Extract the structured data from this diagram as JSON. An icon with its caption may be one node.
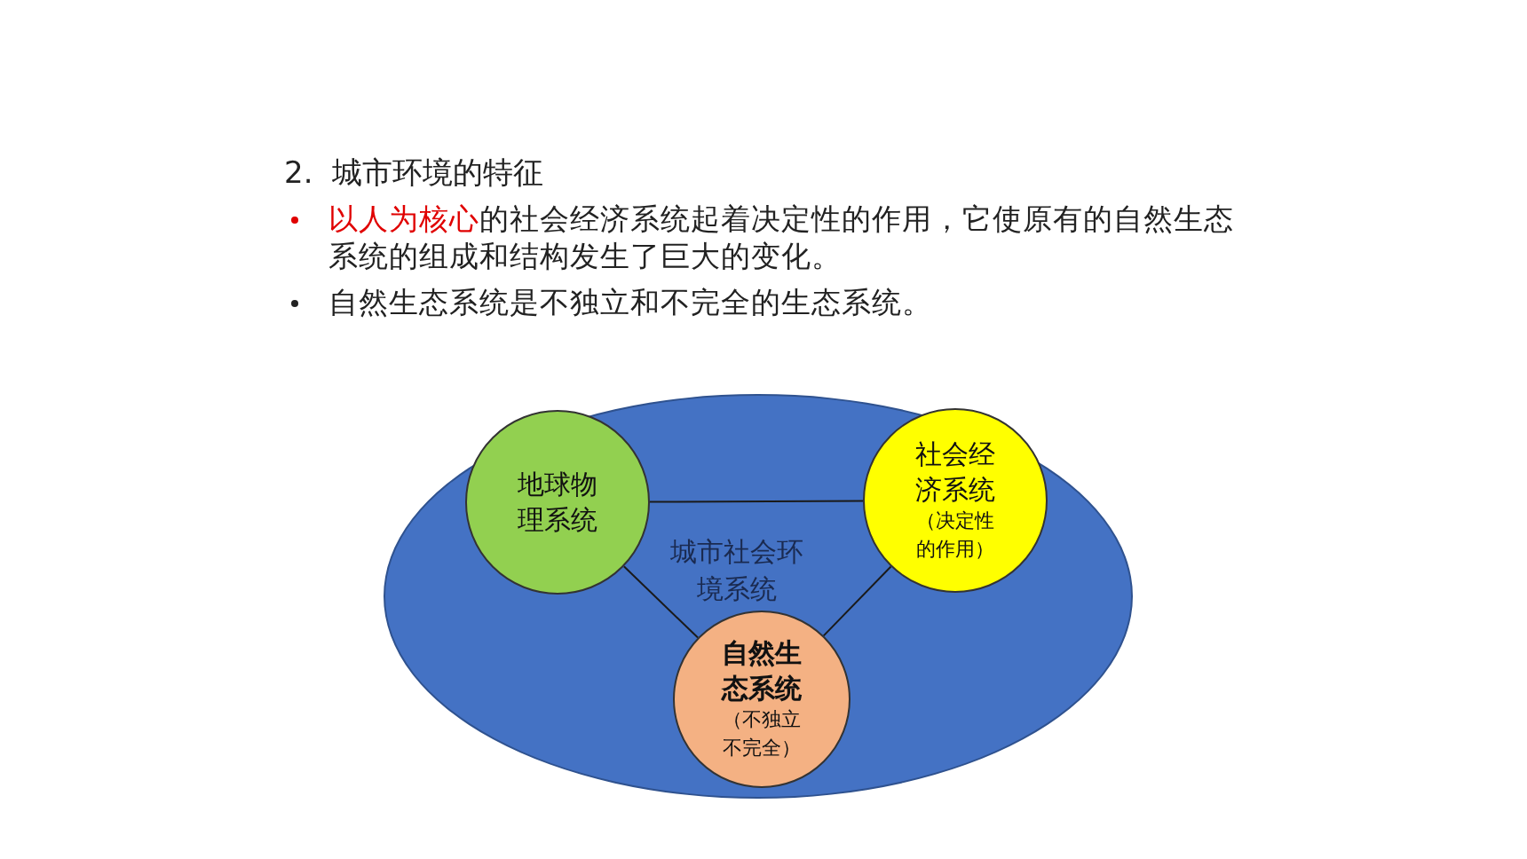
{
  "diagram": {
    "title": "2.  城市环境的特征",
    "nodes": [
      {
        "text": [
          "城市社会环境系统"
        ]
      },
      {
        "text": [
          "地球物理系统"
        ],
        "in": 0
      },
      {
        "text": [
          "社会经济系统",
          "（决定性的作用）"
        ],
        "in": 0
      },
      {
        "text": [
          "自然生态系统",
          "（不独立不完全）"
        ],
        "in": 0
      }
    ],
    "edges": [
      {
        "from": 1,
        "to": 2,
        "arrow": "none"
      },
      {
        "from": 1,
        "to": 3,
        "arrow": "none"
      },
      {
        "from": 2,
        "to": 3,
        "arrow": "none"
      }
    ],
    "labels": [
      "**以人为核心**的社会经济系统起着决定性的作用，它使原有的自然生态系统的组成和结构发生了巨大的变化。",
      "自然生态系统是不独立和不完全的生态系统。"
    ]
  }
}
